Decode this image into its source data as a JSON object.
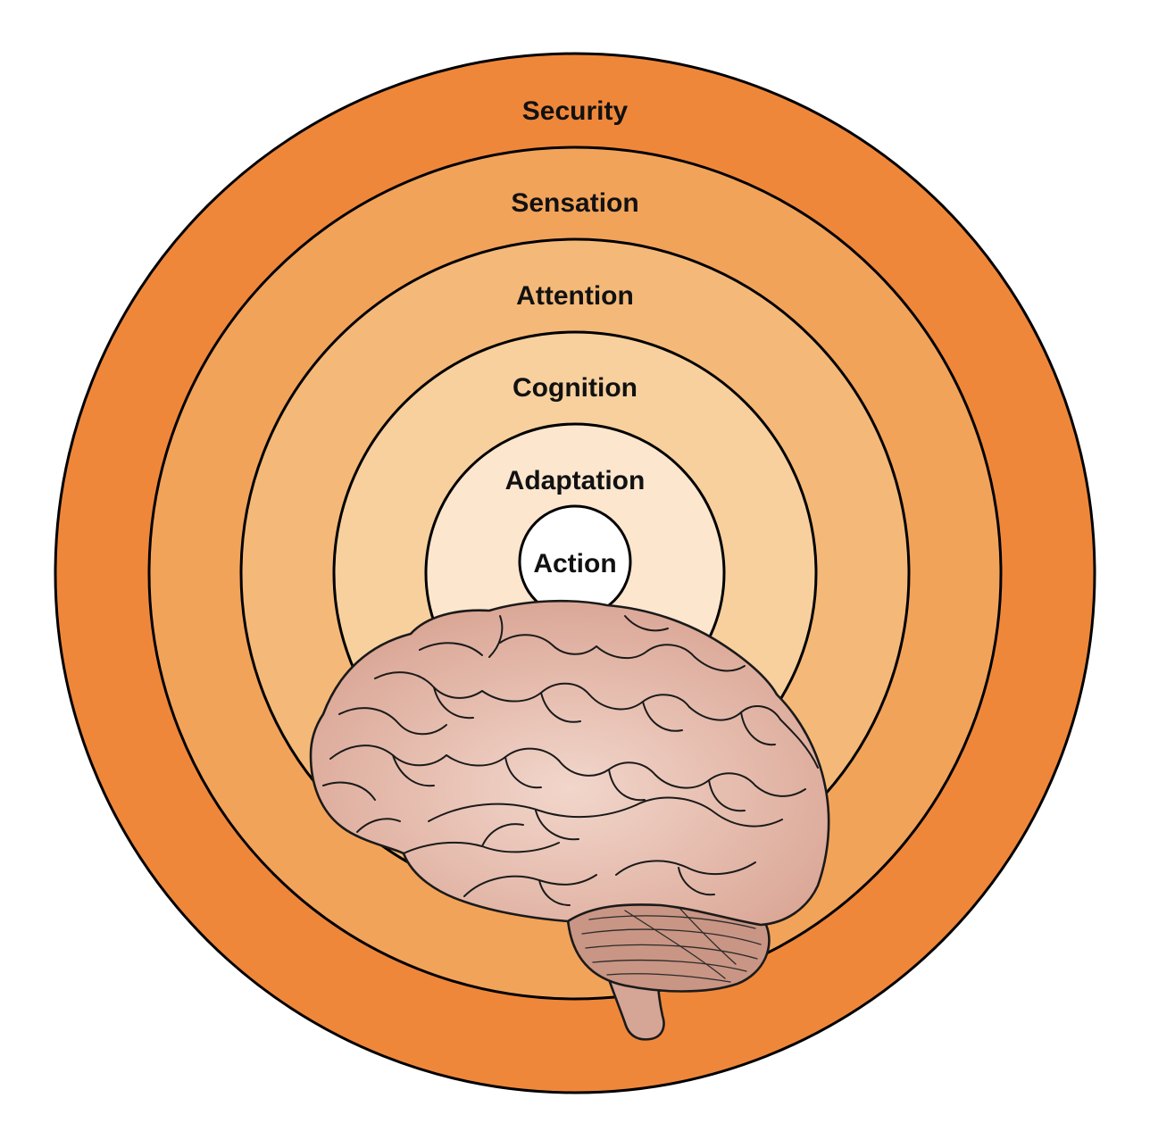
{
  "diagram": {
    "layers": [
      {
        "id": "security",
        "label": "Security",
        "fill": "#EF873B"
      },
      {
        "id": "sensation",
        "label": "Sensation",
        "fill": "#F2A35A"
      },
      {
        "id": "attention",
        "label": "Attention",
        "fill": "#F4B978"
      },
      {
        "id": "cognition",
        "label": "Cognition",
        "fill": "#F7D09E"
      },
      {
        "id": "adaptation",
        "label": "Adaptation",
        "fill": "#FCE6CE"
      },
      {
        "id": "action",
        "label": "Action",
        "fill": "#FFFFFF"
      }
    ],
    "brain": {
      "icon": "brain-icon",
      "fill_center": "#F2D6CB",
      "fill_edge": "#D9A493",
      "cerebellum_fill": "#C99584",
      "stem_fill": "#D5A595"
    }
  }
}
